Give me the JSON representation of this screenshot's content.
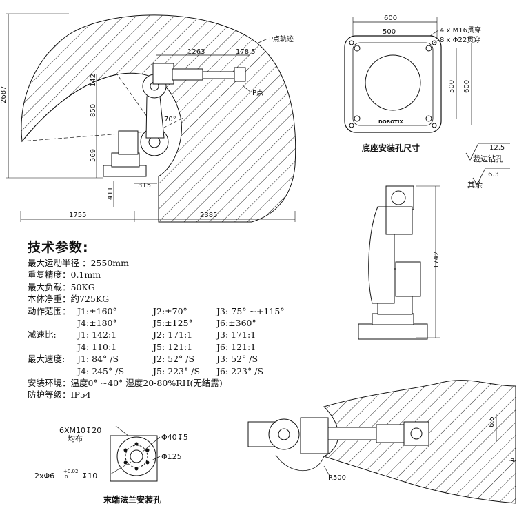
{
  "top_view": {
    "dims": {
      "height_total": "2687",
      "reach_1263": "1263",
      "dim_178_5": "178.5",
      "dim_142": "142",
      "dim_850": "850",
      "dim_569": "569",
      "dim_411": "411",
      "dim_315": "315",
      "dim_1755": "1755",
      "dim_2385": "2385",
      "angle_70": "70°"
    },
    "labels": {
      "p_track": "P点轨迹",
      "p_point": "P点"
    }
  },
  "base_plate": {
    "dim_600_top": "600",
    "dim_500_top": "500",
    "dim_500_side": "500",
    "dim_600_side": "600",
    "hole_note_1": "4 x M16贯穿",
    "hole_note_2": "8 x Φ22贯穿",
    "caption": "底座安装孔尺寸",
    "logo_text": "DOBOTIX"
  },
  "roughness": {
    "val_1": "12.5",
    "label_1": "裁边钻孔",
    "val_2": "6.3",
    "label_2": "其余"
  },
  "side_view": {
    "height": "1742"
  },
  "specs": {
    "title": "技术参数:",
    "reach": "最大运动半径 ：2550mm",
    "repeat": "重复精度：0.1mm",
    "payload": "最大负载：50KG",
    "weight": "本体净重：约725KG",
    "range_label": "动作范围：",
    "range": [
      "J1:±160°",
      "J2:±70°",
      "J3:-75° ~+115°",
      "J4:±180°",
      "J5:±125°",
      "J6:±360°"
    ],
    "ratio_label": "减速比:",
    "ratio": [
      "J1: 142:1",
      "J2: 171:1",
      "J3: 171:1",
      "J4: 110:1",
      "J5: 121:1",
      "J6: 121:1"
    ],
    "speed_label": "最大速度:",
    "speed": [
      "J1: 84° /S",
      "J2: 52° /S",
      "J3: 52° /S",
      "J4: 245° /S",
      "J5: 223° /S",
      "J6: 223° /S"
    ],
    "env": "安装环境：温度0° ~40°   湿度20-80%RH(无结露)",
    "protection": "防护等级：IP54"
  },
  "flange": {
    "note_1": "6XM10↧20",
    "note_2": "均布",
    "dia_40": "Φ40↧5",
    "dia_125": "Φ125",
    "pin_note": "2xΦ6",
    "pin_tol_top": "+0.02",
    "pin_tol_bot": "0",
    "pin_depth": "↧10",
    "caption": "末端法兰安装孔"
  },
  "plan_view": {
    "r500": "R500",
    "dim_6_5": "6.5",
    "r_edge": "R"
  },
  "colors": {
    "line": "#111111",
    "hatch": "#222222"
  }
}
